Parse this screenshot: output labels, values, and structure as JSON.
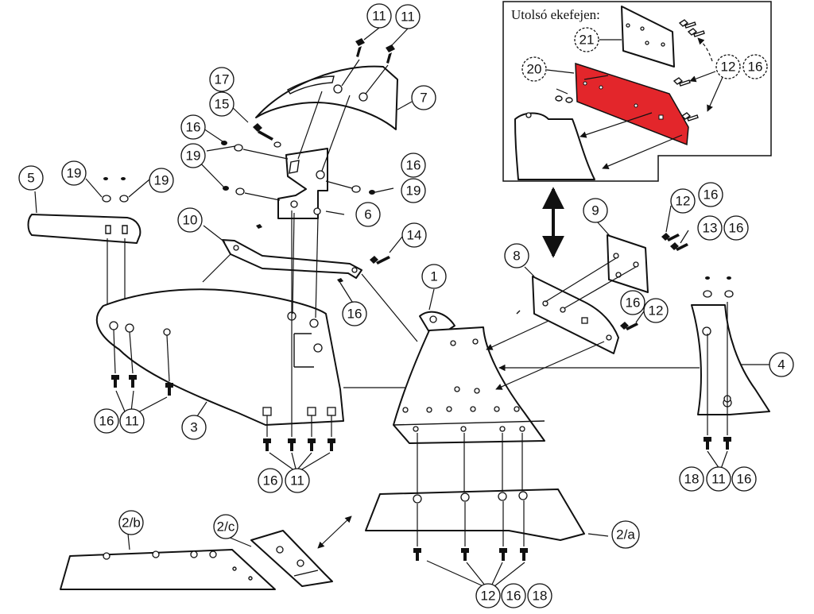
{
  "inset": {
    "title": "Utolsó ekefejen:",
    "highlight_color": "#e3262b"
  },
  "callouts": [
    {
      "id": "c-11a",
      "label": "11"
    },
    {
      "id": "c-11b",
      "label": "11"
    },
    {
      "id": "c-7",
      "label": "7"
    },
    {
      "id": "c-17",
      "label": "17"
    },
    {
      "id": "c-15",
      "label": "15"
    },
    {
      "id": "c-16a",
      "label": "16"
    },
    {
      "id": "c-19a",
      "label": "19"
    },
    {
      "id": "c-16b",
      "label": "16"
    },
    {
      "id": "c-19b",
      "label": "19"
    },
    {
      "id": "c-6",
      "label": "6"
    },
    {
      "id": "c-5",
      "label": "5"
    },
    {
      "id": "c-19c",
      "label": "19"
    },
    {
      "id": "c-19d",
      "label": "19"
    },
    {
      "id": "c-10",
      "label": "10"
    },
    {
      "id": "c-14",
      "label": "14"
    },
    {
      "id": "c-16c",
      "label": "16"
    },
    {
      "id": "c-1",
      "label": "1"
    },
    {
      "id": "c-8",
      "label": "8"
    },
    {
      "id": "c-9",
      "label": "9"
    },
    {
      "id": "c-12a",
      "label": "12"
    },
    {
      "id": "c-16d",
      "label": "16"
    },
    {
      "id": "c-13",
      "label": "13"
    },
    {
      "id": "c-16e",
      "label": "16"
    },
    {
      "id": "c-16f",
      "label": "16"
    },
    {
      "id": "c-12b",
      "label": "12"
    },
    {
      "id": "c-4",
      "label": "4"
    },
    {
      "id": "c-16g",
      "label": "16"
    },
    {
      "id": "c-11c",
      "label": "11"
    },
    {
      "id": "c-3",
      "label": "3"
    },
    {
      "id": "c-16h",
      "label": "16"
    },
    {
      "id": "c-11d",
      "label": "11"
    },
    {
      "id": "c-18a",
      "label": "18"
    },
    {
      "id": "c-11e",
      "label": "11"
    },
    {
      "id": "c-16i",
      "label": "16"
    },
    {
      "id": "c-2b",
      "label": "2/b"
    },
    {
      "id": "c-2c",
      "label": "2/c"
    },
    {
      "id": "c-2a",
      "label": "2/a"
    },
    {
      "id": "c-12c",
      "label": "12"
    },
    {
      "id": "c-16j",
      "label": "16"
    },
    {
      "id": "c-18b",
      "label": "18"
    },
    {
      "id": "c-21",
      "label": "21"
    },
    {
      "id": "c-20",
      "label": "20"
    },
    {
      "id": "c-12d",
      "label": "12"
    },
    {
      "id": "c-16k",
      "label": "16"
    }
  ]
}
